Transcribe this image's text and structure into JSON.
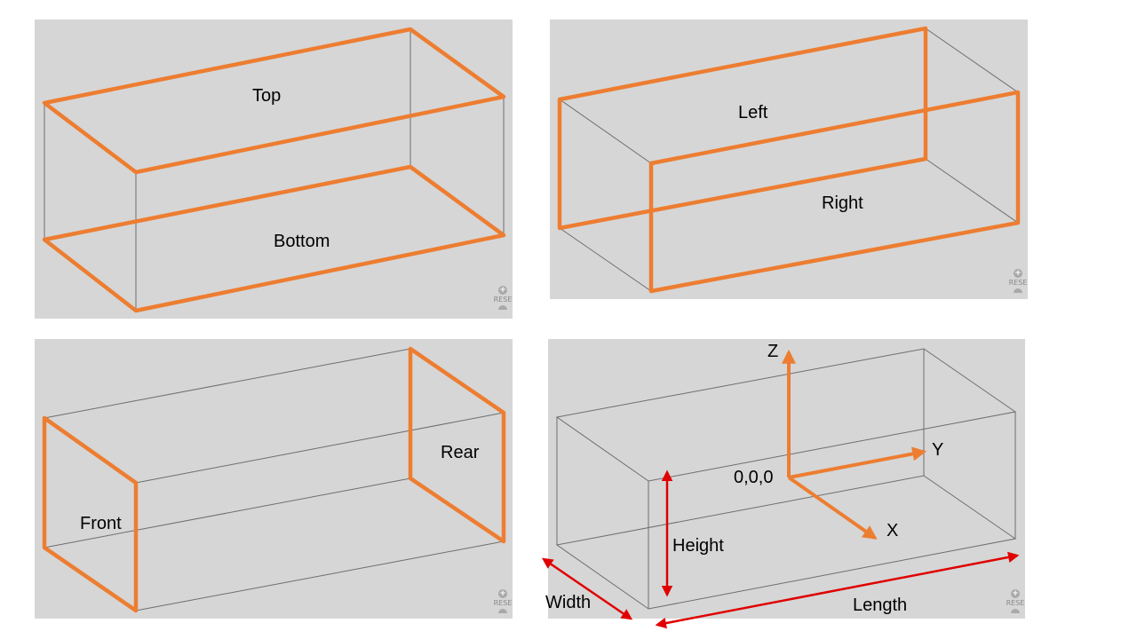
{
  "panels": {
    "top_bottom": {
      "top_label": "Top",
      "bottom_label": "Bottom"
    },
    "left_right": {
      "left_label": "Left",
      "right_label": "Right"
    },
    "front_rear": {
      "front_label": "Front",
      "rear_label": "Rear"
    },
    "axes": {
      "z_label": "Z",
      "y_label": "Y",
      "x_label": "X",
      "origin_label": "0,0,0",
      "height_label": "Height",
      "width_label": "Width",
      "length_label": "Length"
    }
  },
  "zoom_control": {
    "reset_label": "RESE"
  },
  "colors": {
    "highlight": "#ed7d31",
    "panel_bg": "#d6d6d6",
    "edge": "#6e6e6e",
    "dimension": "#e00000"
  }
}
